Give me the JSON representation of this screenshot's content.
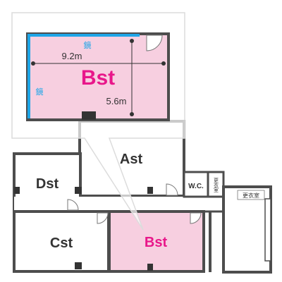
{
  "floorplan": {
    "rooms": {
      "ast": "Ast",
      "bst": "Bst",
      "cst": "Cst",
      "dst": "Dst",
      "wc": "W.C.",
      "locker_room": "更衣室"
    },
    "callout": {
      "room": "Bst",
      "width": "9.2m",
      "depth": "5.6m",
      "mirror": "鏡"
    },
    "colors": {
      "highlight_fill": "#f7cfe0",
      "accent_text": "#e8178a",
      "mirror_line": "#1ea6e8",
      "wall": "#4d4d4d"
    }
  }
}
